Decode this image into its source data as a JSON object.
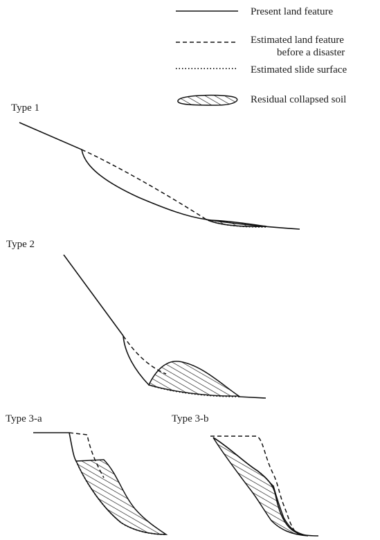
{
  "legend": {
    "present": "Present land feature",
    "before_line1": "Estimated land feature",
    "before_line2": "before a disaster",
    "slide": "Estimated slide surface",
    "soil": "Residual collapsed soil"
  },
  "types": {
    "type1": "Type 1",
    "type2": "Type 2",
    "type3a": "Type 3-a",
    "type3b": "Type 3-b"
  }
}
